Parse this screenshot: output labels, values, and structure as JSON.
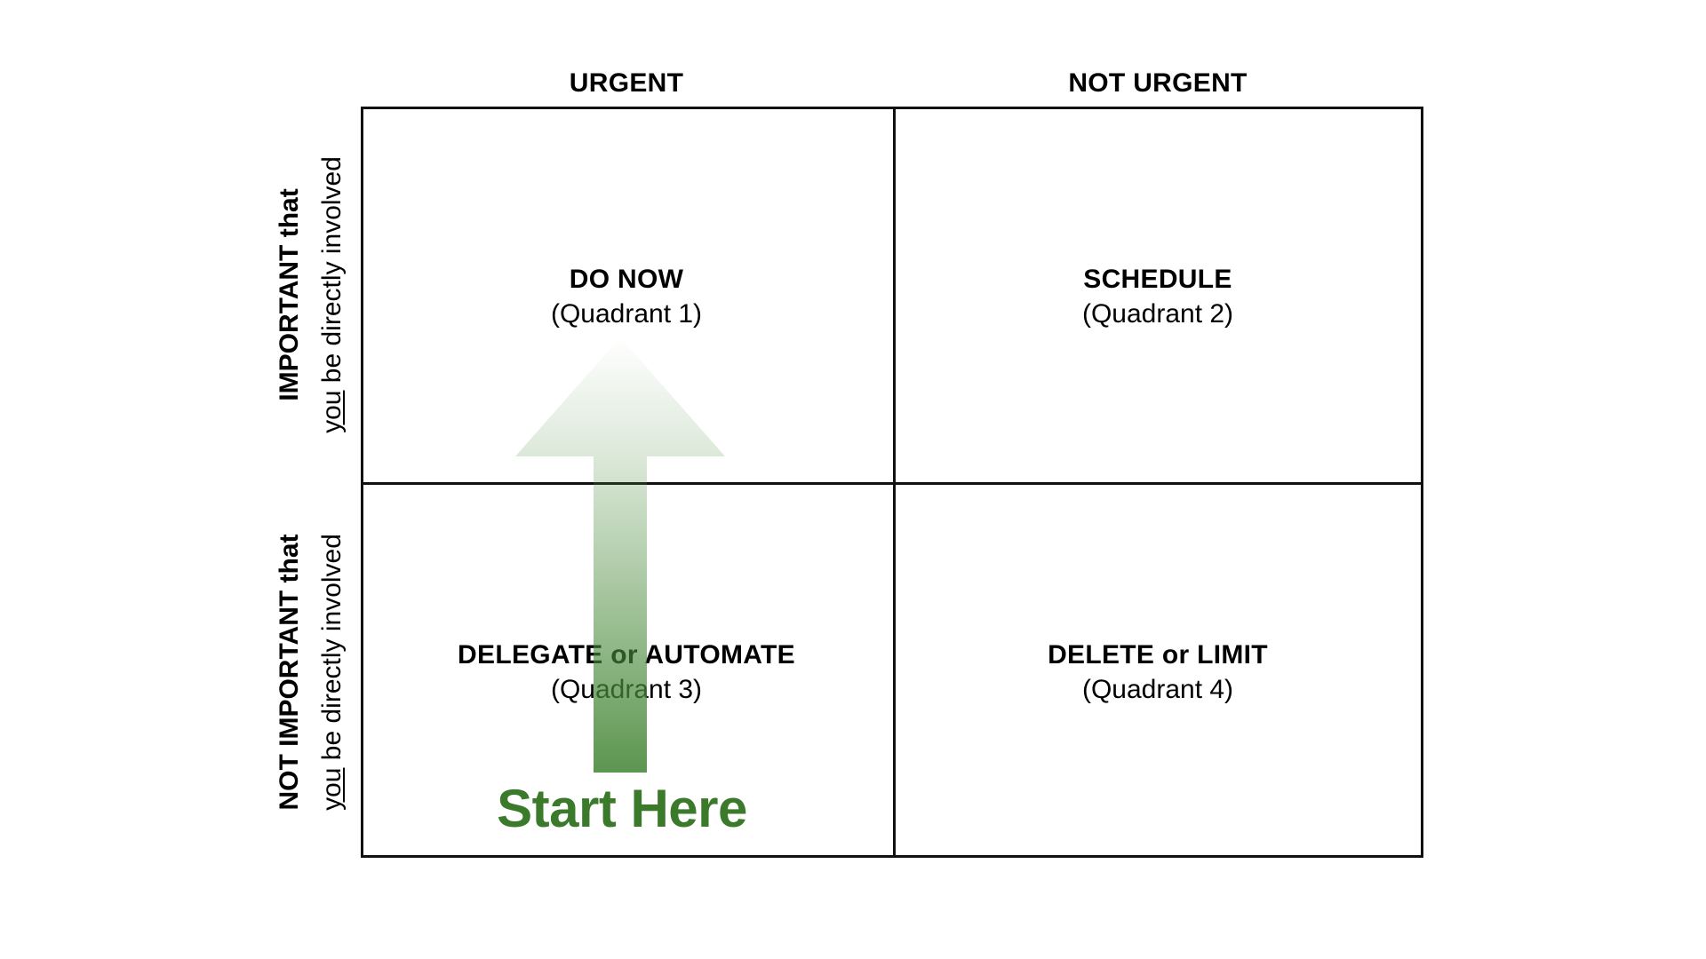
{
  "columns": {
    "urgent": "URGENT",
    "not_urgent": "NOT URGENT"
  },
  "rows": {
    "important": {
      "line1": "IMPORTANT that",
      "line2_underlined": "you",
      "line2_rest": " be directly involved"
    },
    "not_important": {
      "line1": "NOT IMPORTANT that",
      "line2_underlined": "you",
      "line2_rest": " be directly involved"
    }
  },
  "quadrants": [
    {
      "title": "DO NOW",
      "subtitle": "(Quadrant 1)"
    },
    {
      "title": "SCHEDULE",
      "subtitle": "(Quadrant 2)"
    },
    {
      "title": "DELEGATE or AUTOMATE",
      "subtitle": "(Quadrant 3)"
    },
    {
      "title": "DELETE or LIMIT",
      "subtitle": "(Quadrant 4)"
    }
  ],
  "start_label": "Start Here",
  "colors": {
    "arrow_green": "#4a8a3c",
    "start_text_green": "#3b7a2a",
    "grid_line": "#111111"
  }
}
